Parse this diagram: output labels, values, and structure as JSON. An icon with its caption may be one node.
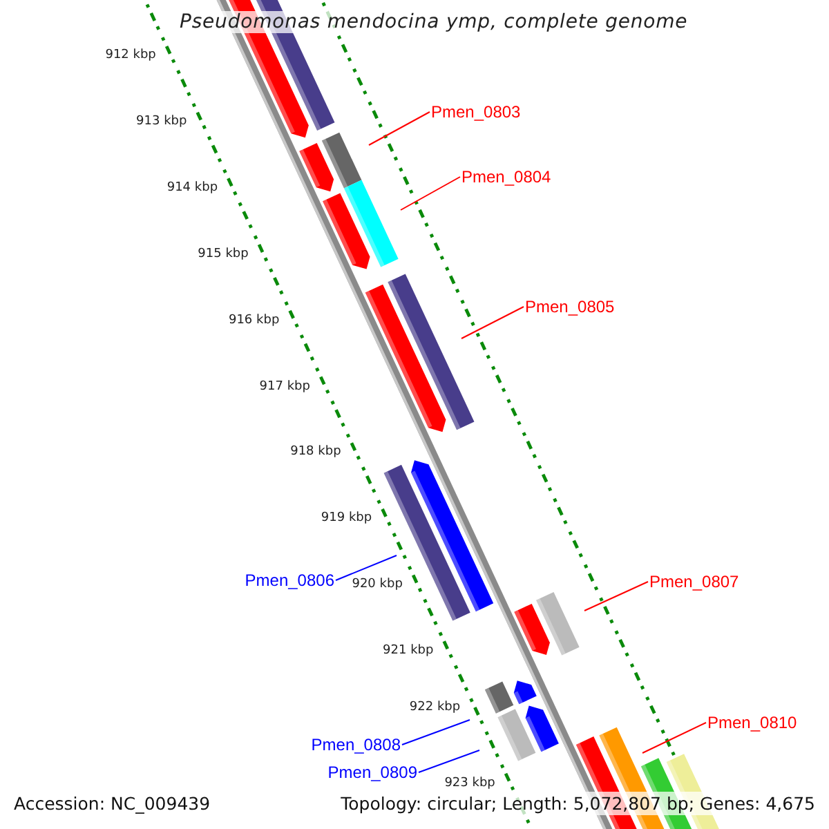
{
  "diagram": {
    "title": "Pseudomonas mendocina ymp, complete genome",
    "nodes": [
      {
        "text": [
          "Pmen_0803"
        ]
      },
      {
        "text": [
          "Pmen_0804"
        ]
      },
      {
        "text": [
          "Pmen_0805"
        ]
      },
      {
        "text": [
          "Pmen_0806"
        ]
      },
      {
        "text": [
          "Pmen_0807"
        ]
      },
      {
        "text": [
          "Pmen_0808"
        ]
      },
      {
        "text": [
          "Pmen_0809"
        ]
      },
      {
        "text": [
          "Pmen_0810"
        ]
      }
    ],
    "edges": [
      {
        "from": 0,
        "to": null,
        "arrow": "none"
      },
      {
        "from": 1,
        "to": null,
        "arrow": "none"
      },
      {
        "from": 2,
        "to": null,
        "arrow": "none"
      },
      {
        "from": 3,
        "to": null,
        "arrow": "none",
        "color": "#0000ff"
      },
      {
        "from": 4,
        "to": null,
        "arrow": "none"
      },
      {
        "from": 5,
        "to": null,
        "arrow": "none",
        "color": "#0000ff"
      },
      {
        "from": 6,
        "to": null,
        "arrow": "none",
        "color": "#0000ff"
      },
      {
        "from": 7,
        "to": null,
        "arrow": "none"
      }
    ],
    "labels": [
      "912 kbp",
      "913 kbp",
      "914 kbp",
      "915 kbp",
      "916 kbp",
      "917 kbp",
      "918 kbp",
      "919 kbp",
      "920 kbp",
      "921 kbp",
      "922 kbp",
      "923 kbp",
      "Accession: NC_009439",
      "Topology: circular; Length: 5,072,807 bp; Genes: 4,675"
    ]
  }
}
